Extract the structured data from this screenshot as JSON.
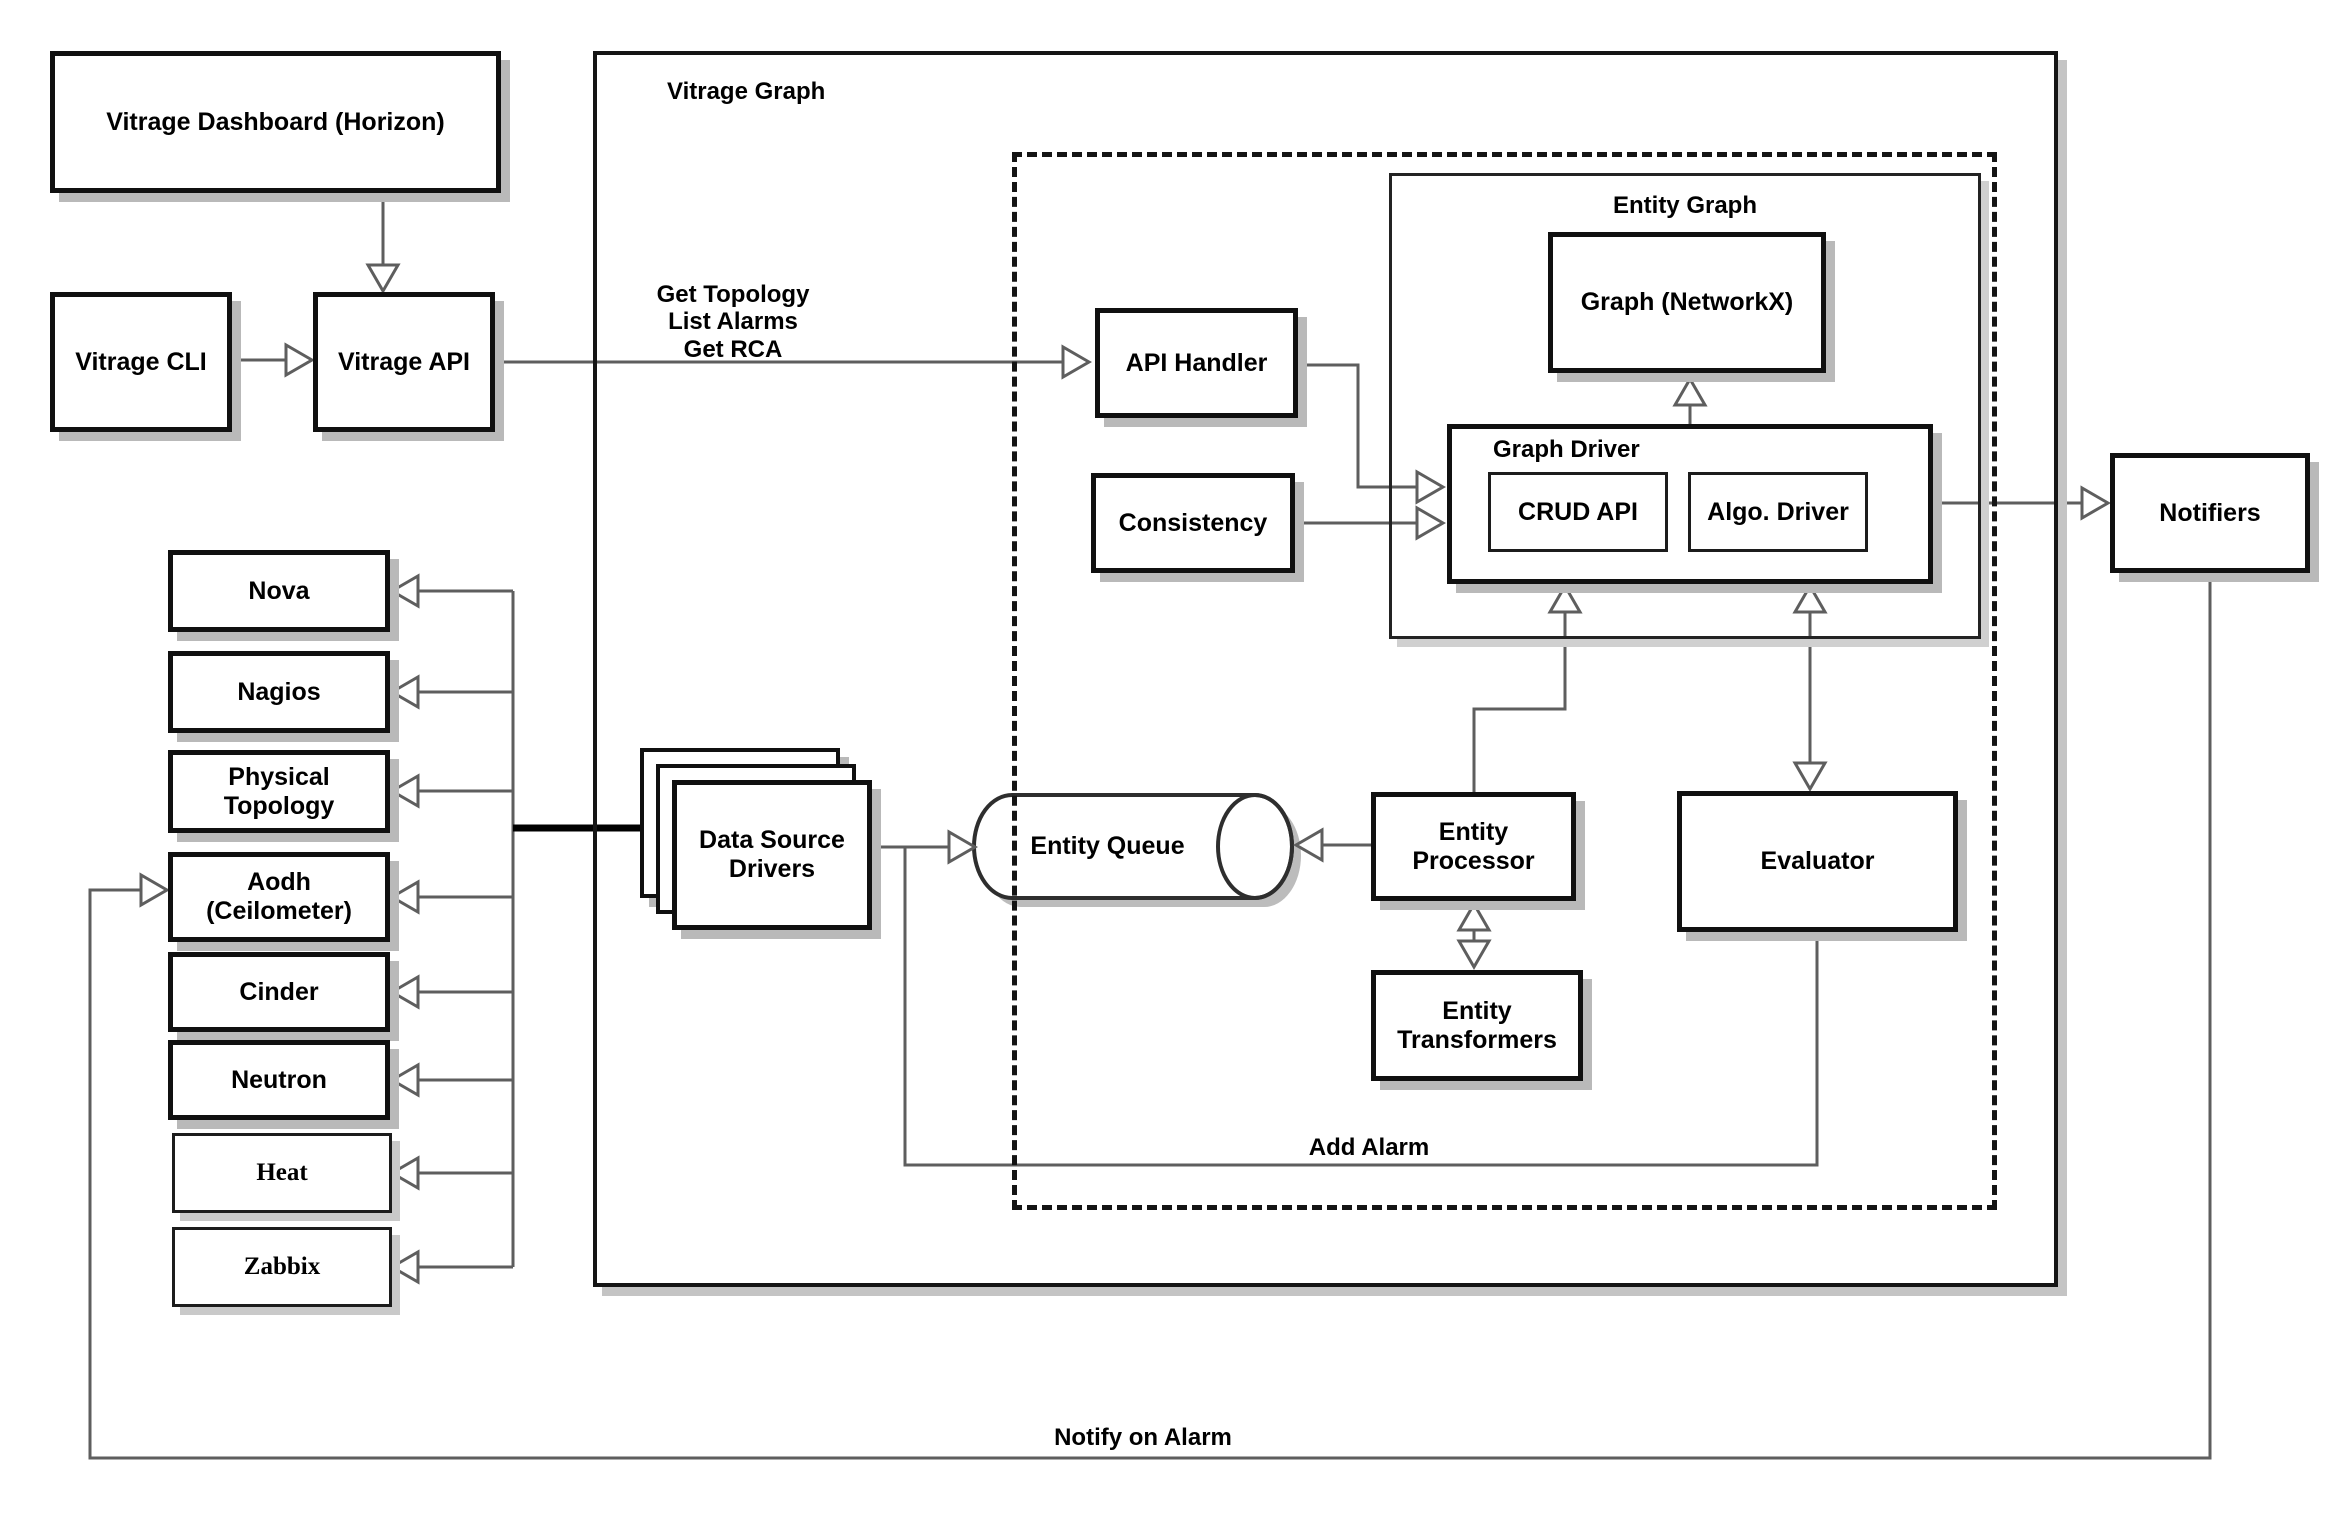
{
  "nodes": {
    "dashboard": "Vitrage Dashboard (Horizon)",
    "cli": "Vitrage CLI",
    "api": "Vitrage API",
    "vitrage_graph": "Vitrage Graph",
    "api_handler": "API Handler",
    "consistency": "Consistency",
    "entity_graph": "Entity Graph",
    "graph_networkx": "Graph (NetworkX)",
    "graph_driver": "Graph Driver",
    "crud_api": "CRUD API",
    "algo_driver": "Algo. Driver",
    "entity_queue": "Entity Queue",
    "entity_processor": "Entity Processor",
    "entity_transformers": "Entity Transformers",
    "evaluator": "Evaluator",
    "data_source_drivers": "Data Source Drivers",
    "notifiers": "Notifiers"
  },
  "sources": [
    "Nova",
    "Nagios",
    "Physical Topology",
    "Aodh (Ceilometer)",
    "Cinder",
    "Neutron",
    "Heat",
    "Zabbix"
  ],
  "edge_labels": {
    "get_topology": "Get Topology",
    "list_alarms": "List Alarms",
    "get_rca": "Get RCA",
    "add_alarm": "Add Alarm",
    "notify_on_alarm": "Notify on Alarm"
  },
  "colors": {
    "background": "#ffffff",
    "box_fill": "#ffffff",
    "box_border": "#101010",
    "connector": "#5e5e5e",
    "shadow": "#b9b9b9",
    "text": "#000000"
  }
}
